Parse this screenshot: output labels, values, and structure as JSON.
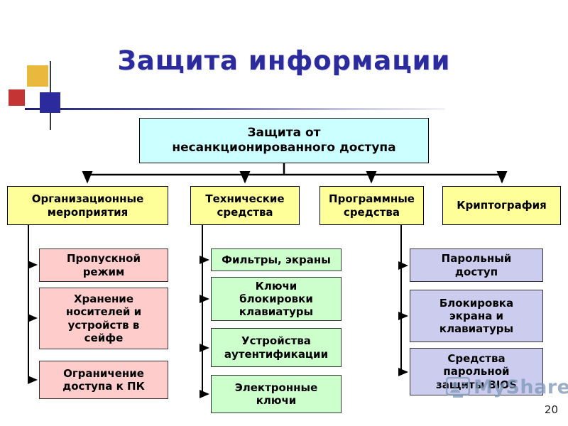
{
  "slide": {
    "title": "Защита информации",
    "page_number": "20"
  },
  "watermark": {
    "label": "MyShared"
  },
  "tree": {
    "root": {
      "label": "Защита от\nнесанкционированного доступа"
    },
    "categories": [
      {
        "label": "Организационные\nмероприятия"
      },
      {
        "label": "Технические\nсредства"
      },
      {
        "label": "Программные\nсредства"
      },
      {
        "label": "Криптография"
      }
    ],
    "organizational_items": [
      {
        "label": "Пропускной\nрежим"
      },
      {
        "label": "Хранение\nносителей и\nустройств в\nсейфе"
      },
      {
        "label": "Ограничение\nдоступа к ПК"
      }
    ],
    "technical_items": [
      {
        "label": "Фильтры, экраны"
      },
      {
        "label": "Ключи\nблокировки\nклавиатуры"
      },
      {
        "label": "Устройства\nаутентификации"
      },
      {
        "label": "Электронные\nключи"
      }
    ],
    "software_items": [
      {
        "label": "Парольный\nдоступ"
      },
      {
        "label": "Блокировка\nэкрана и\nклавиатуры"
      },
      {
        "label": "Средства\nпарольной\nзащиты BIOS"
      }
    ]
  },
  "colors": {
    "title": "#2b2b9e",
    "root_box": "#ccffff",
    "category_box": "#ffff99",
    "organizational_box": "#ffcccc",
    "technical_box": "#ccffcc",
    "software_box": "#ccccee",
    "connector": "#000000"
  }
}
